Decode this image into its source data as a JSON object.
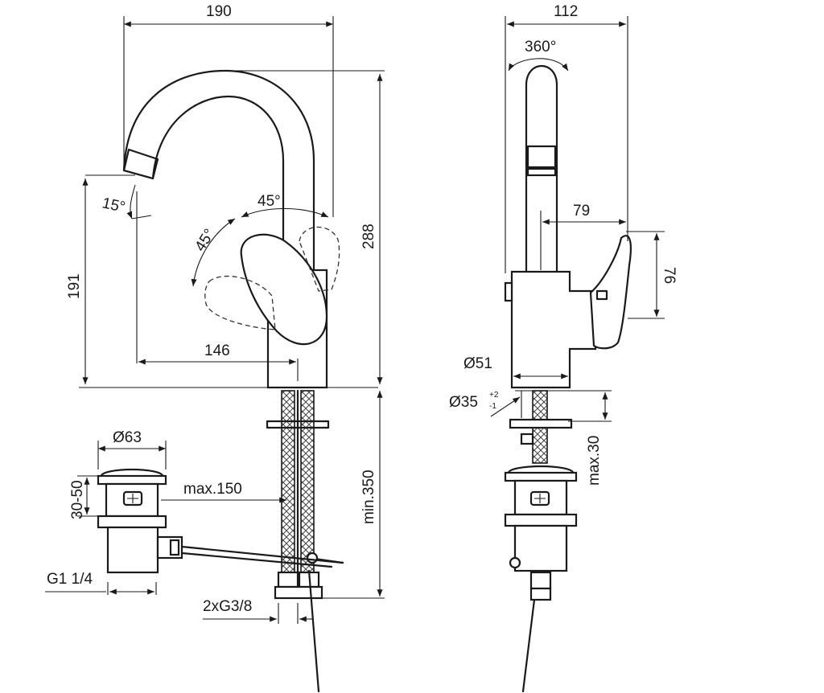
{
  "dimensions": {
    "width_total": "190",
    "depth_total": "112",
    "rotation": "360°",
    "spout_tilt": "15°",
    "lever_up": "45°",
    "lever_down": "45°",
    "height_total": "288",
    "spout_height": "191",
    "reach": "146",
    "lever_reach": "79",
    "lever_height": "76",
    "base_diameter": "Ø51",
    "hole_diameter": "Ø35",
    "hole_tol_upper": "+2",
    "hole_tol_lower": "-1",
    "deck_thickness": "max.30",
    "waste_diameter": "Ø63",
    "waste_height": "30-50",
    "waste_rod": "max.150",
    "hose_length": "min.350",
    "waste_thread": "G1 1/4",
    "hose_thread": "2xG3/8"
  }
}
